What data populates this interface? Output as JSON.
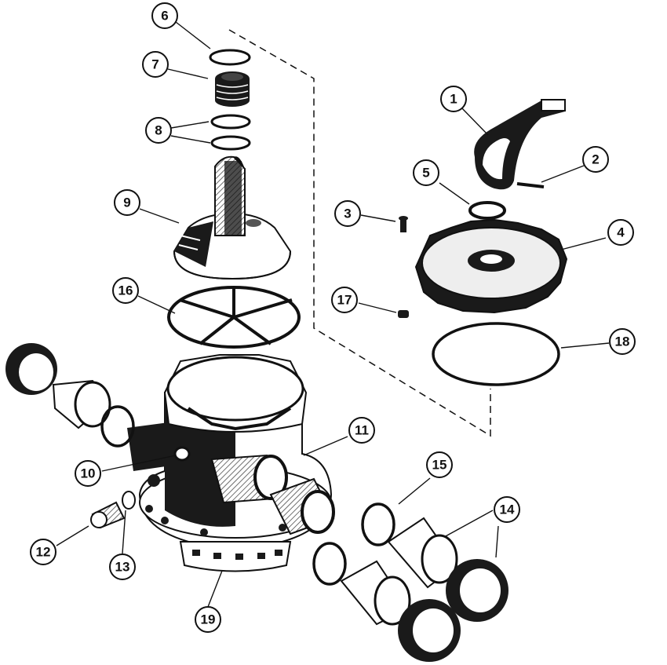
{
  "parts": [
    {
      "id": "part-1",
      "label": "1",
      "name": "handle"
    },
    {
      "id": "part-2",
      "label": "2",
      "name": "pin"
    },
    {
      "id": "part-3",
      "label": "3",
      "name": "screw"
    },
    {
      "id": "part-4",
      "label": "4",
      "name": "valve-cover"
    },
    {
      "id": "part-5",
      "label": "5",
      "name": "o-ring"
    },
    {
      "id": "part-6",
      "label": "6",
      "name": "o-ring"
    },
    {
      "id": "part-7",
      "label": "7",
      "name": "spring"
    },
    {
      "id": "part-8",
      "label": "8",
      "name": "o-rings"
    },
    {
      "id": "part-9",
      "label": "9",
      "name": "rotor"
    },
    {
      "id": "part-10",
      "label": "10",
      "name": "sight-glass-port"
    },
    {
      "id": "part-11",
      "label": "11",
      "name": "valve-body"
    },
    {
      "id": "part-12",
      "label": "12",
      "name": "drain-plug"
    },
    {
      "id": "part-13",
      "label": "13",
      "name": "drain-o-ring"
    },
    {
      "id": "part-14",
      "label": "14",
      "name": "union-nut"
    },
    {
      "id": "part-15",
      "label": "15",
      "name": "union-o-ring"
    },
    {
      "id": "part-16",
      "label": "16",
      "name": "spider-gasket"
    },
    {
      "id": "part-17",
      "label": "17",
      "name": "nut"
    },
    {
      "id": "part-18",
      "label": "18",
      "name": "cover-o-ring"
    },
    {
      "id": "part-19",
      "label": "19",
      "name": "base"
    }
  ],
  "colors": {
    "line": "#111111",
    "fill": "#1a1a1a",
    "background": "#ffffff"
  }
}
